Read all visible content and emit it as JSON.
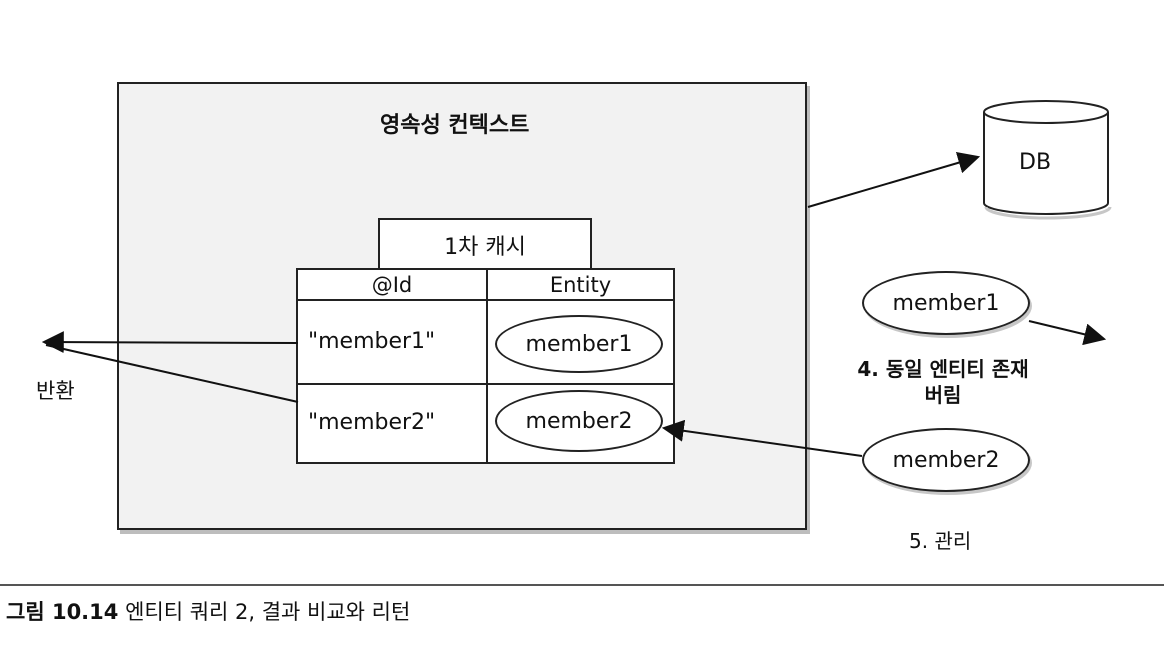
{
  "persistence_context": {
    "title": "영속성 컨텍스트"
  },
  "first_level_cache": {
    "title": "1차 캐시",
    "columns": [
      "@Id",
      "Entity"
    ],
    "rows": [
      {
        "id": "\"member1\"",
        "entity": "member1"
      },
      {
        "id": "\"member2\"",
        "entity": "member2"
      }
    ]
  },
  "database": {
    "label": "DB"
  },
  "query_results": {
    "member1": "member1",
    "member2": "member2"
  },
  "annotations": {
    "return": "반환",
    "discard_line1": "4. 동일 엔티티 존재",
    "discard_line2": "버림",
    "manage": "5. 관리"
  },
  "caption": {
    "label": "그림 10.14",
    "text": " 엔티티 쿼리 2, 결과 비교와 리턴"
  }
}
